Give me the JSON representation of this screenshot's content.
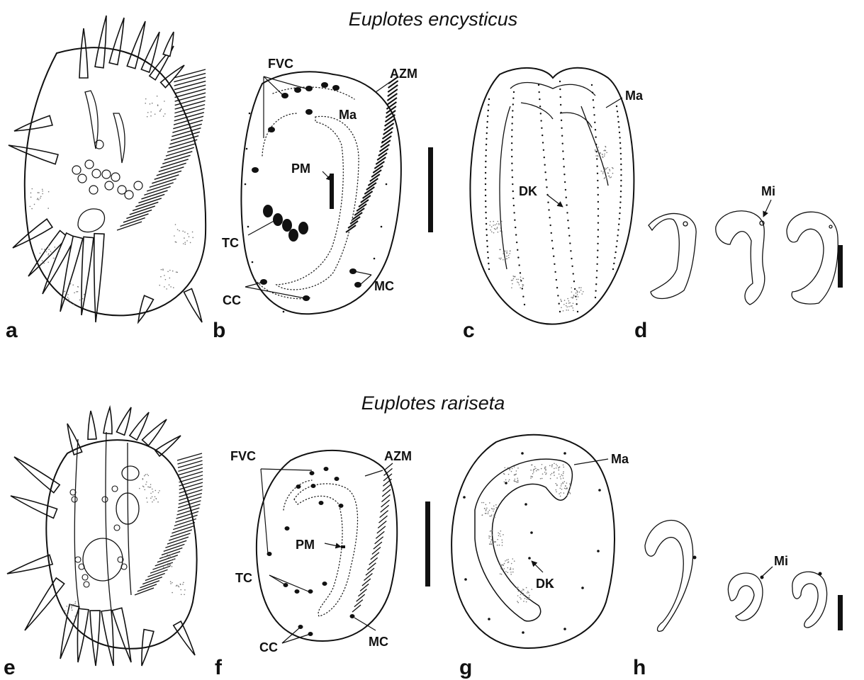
{
  "titles": {
    "top": "Euplotes encysticus",
    "bottom": "Euplotes rariseta"
  },
  "panels": [
    "a",
    "b",
    "c",
    "d",
    "e",
    "f",
    "g",
    "h"
  ],
  "labels": {
    "b": {
      "fvc": "FVC",
      "azm": "AZM",
      "ma": "Ma",
      "pm": "PM",
      "tc": "TC",
      "cc": "CC",
      "mc": "MC"
    },
    "c": {
      "ma": "Ma",
      "dk": "DK"
    },
    "d": {
      "mi": "Mi"
    },
    "f": {
      "fvc": "FVC",
      "azm": "AZM",
      "pm": "PM",
      "tc": "TC",
      "cc": "CC",
      "mc": "MC"
    },
    "g": {
      "ma": "Ma",
      "dk": "DK"
    },
    "h": {
      "mi": "Mi"
    }
  },
  "colors": {
    "ink": "#111111",
    "background": "#ffffff"
  }
}
